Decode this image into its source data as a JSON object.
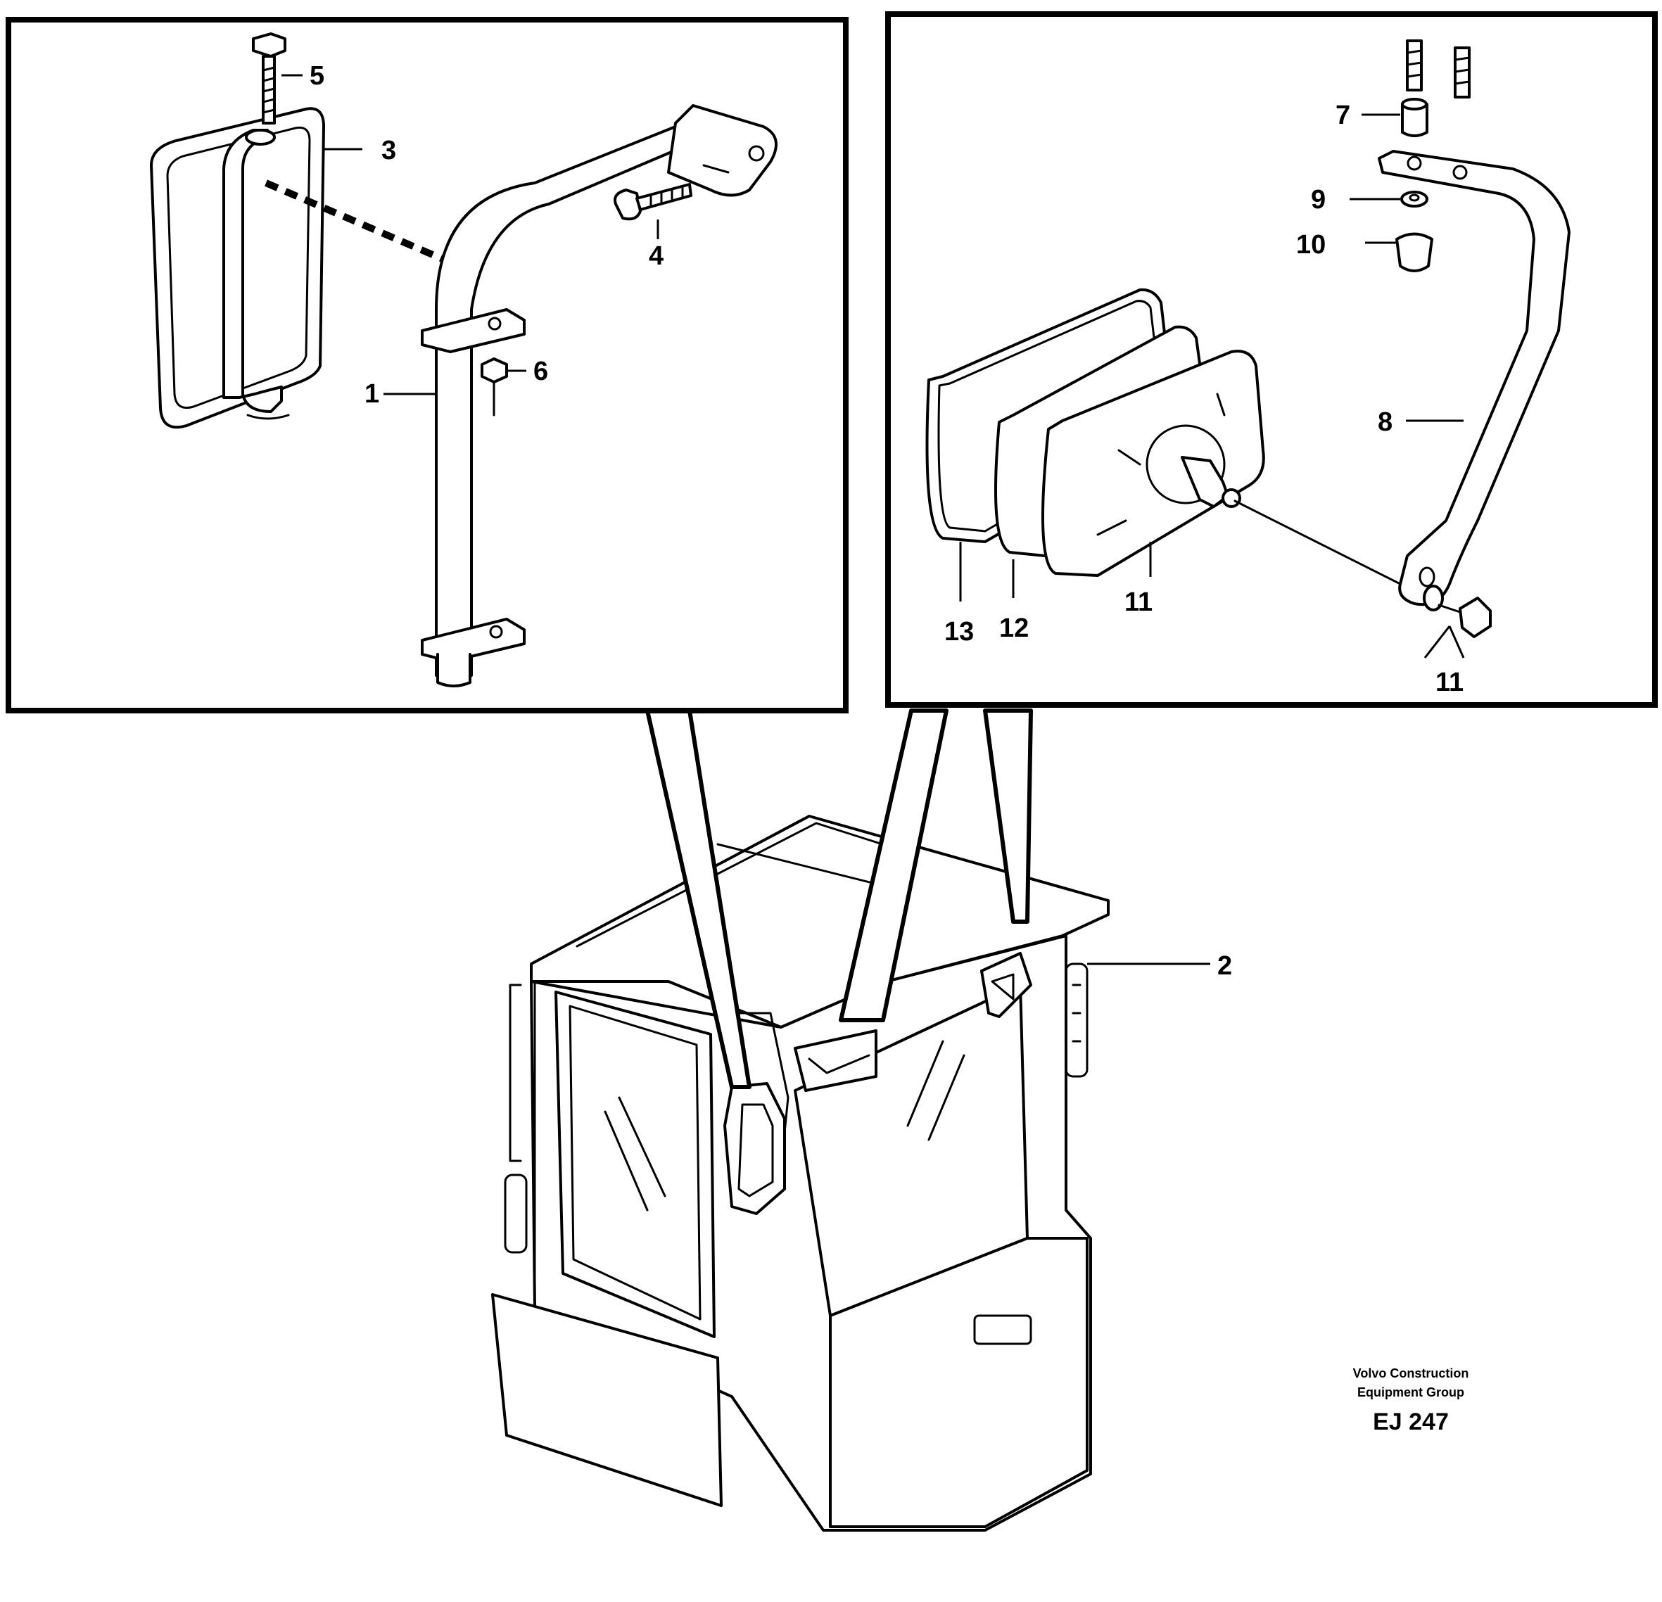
{
  "callouts": {
    "c1": "1",
    "c2": "2",
    "c3": "3",
    "c4": "4",
    "c5": "5",
    "c6": "6",
    "c7": "7",
    "c8": "8",
    "c9": "9",
    "c10": "10",
    "c11_mirror": "11",
    "c11_nut": "11",
    "c12": "12",
    "c13": "13"
  },
  "credit": {
    "line1": "Volvo Construction",
    "line2": "Equipment Group",
    "code": "EJ 247"
  }
}
